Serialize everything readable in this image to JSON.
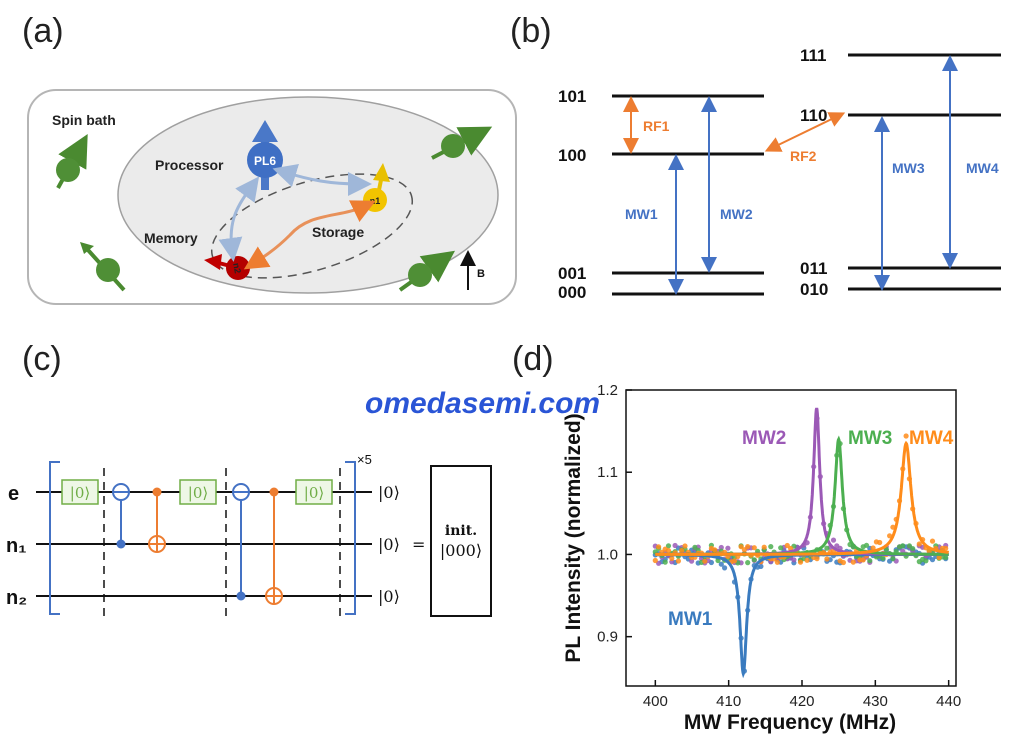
{
  "panels": {
    "a": {
      "label": "(a)",
      "spin_bath": "Spin bath",
      "processor": "Processor",
      "memory": "Memory",
      "storage": "Storage",
      "pl6": "PL6",
      "n1": "n1",
      "n2": "n2",
      "b_field": "B"
    },
    "b": {
      "label": "(b)",
      "levels_left": [
        "101",
        "100",
        "001",
        "000"
      ],
      "levels_right": [
        "111",
        "110",
        "011",
        "010"
      ],
      "transitions": [
        "RF1",
        "RF2",
        "MW1",
        "MW2",
        "MW3",
        "MW4"
      ]
    },
    "c": {
      "label": "(c)",
      "qubits": [
        "e",
        "n₁",
        "n₂"
      ],
      "reset_gate": "|0⟩",
      "repeat": "×5",
      "outputs": [
        "|0⟩",
        "|0⟩",
        "|0⟩"
      ],
      "equals": "=",
      "init_line1": "init.",
      "init_line2": "|000⟩"
    },
    "d": {
      "label": "(d)"
    }
  },
  "watermark": "omedasemi.com",
  "colors": {
    "blue": "#4472c4",
    "orange": "#ed7d31",
    "green_gate": "#70ad47",
    "purple": "#9b59b6",
    "green": "#4caf50",
    "orange_series": "#ff8c1a",
    "blue_series": "#3a7bbf"
  },
  "chart_data": {
    "type": "line",
    "xlabel": "MW Frequency (MHz)",
    "ylabel": "PL Intensity (normalized)",
    "xlim": [
      396,
      441
    ],
    "ylim": [
      0.84,
      1.2
    ],
    "x_ticks": [
      400,
      410,
      420,
      430,
      440
    ],
    "y_ticks": [
      0.9,
      1.0,
      1.1,
      1.2
    ],
    "x_tick_labels": [
      "400",
      "410",
      "420",
      "430",
      "440"
    ],
    "y_tick_labels": [
      "0.9",
      "1.0",
      "1.1",
      "1.2"
    ],
    "series": [
      {
        "name": "MW1",
        "color": "#3a7bbf",
        "center": 412.0,
        "amplitude": -0.145,
        "width": 0.55
      },
      {
        "name": "MW2",
        "color": "#9b59b6",
        "center": 422.0,
        "amplitude": 0.178,
        "width": 0.5
      },
      {
        "name": "MW3",
        "color": "#4caf50",
        "center": 425.0,
        "amplitude": 0.14,
        "width": 0.6
      },
      {
        "name": "MW4",
        "color": "#ff8c1a",
        "center": 434.2,
        "amplitude": 0.135,
        "width": 0.8
      }
    ]
  }
}
